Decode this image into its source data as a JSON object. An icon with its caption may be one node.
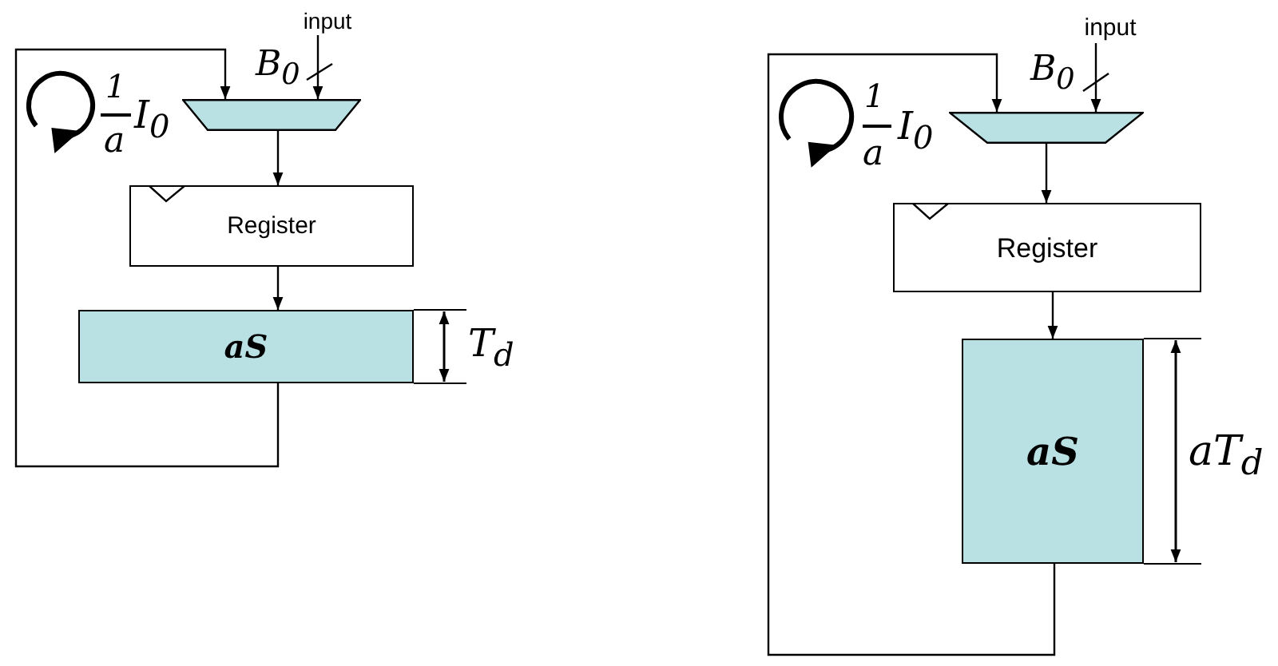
{
  "diagram": {
    "nodes": [
      {
        "text": [
          "input"
        ]
      },
      {
        "text": [],
        "shape": "trapezoid"
      },
      {
        "text": [
          "Register"
        ]
      },
      {
        "text": [
          "aS"
        ]
      },
      {
        "text": [
          "input"
        ]
      },
      {
        "text": [],
        "shape": "trapezoid"
      },
      {
        "text": [
          "Register"
        ]
      },
      {
        "text": [
          "aS"
        ]
      }
    ],
    "edges": [
      {
        "from": 0,
        "to": 1,
        "arrow": "to"
      },
      {
        "from": 1,
        "to": 2,
        "arrow": "to"
      },
      {
        "from": 2,
        "to": 3,
        "arrow": "to"
      },
      {
        "from": 3,
        "to": 1,
        "arrow": "to"
      },
      {
        "from": 4,
        "to": 5,
        "arrow": "to"
      },
      {
        "from": 5,
        "to": 6,
        "arrow": "to"
      },
      {
        "from": 6,
        "to": 7,
        "arrow": "to"
      },
      {
        "from": 7,
        "to": 5,
        "arrow": "to"
      }
    ],
    "labels": [
      "1",
      "a",
      "I$_{0}$",
      "B$_{0}$",
      "T$_{d}$",
      "1",
      "a",
      "I$_{0}$",
      "B$_{0}$",
      "aT$_{d}$"
    ]
  }
}
